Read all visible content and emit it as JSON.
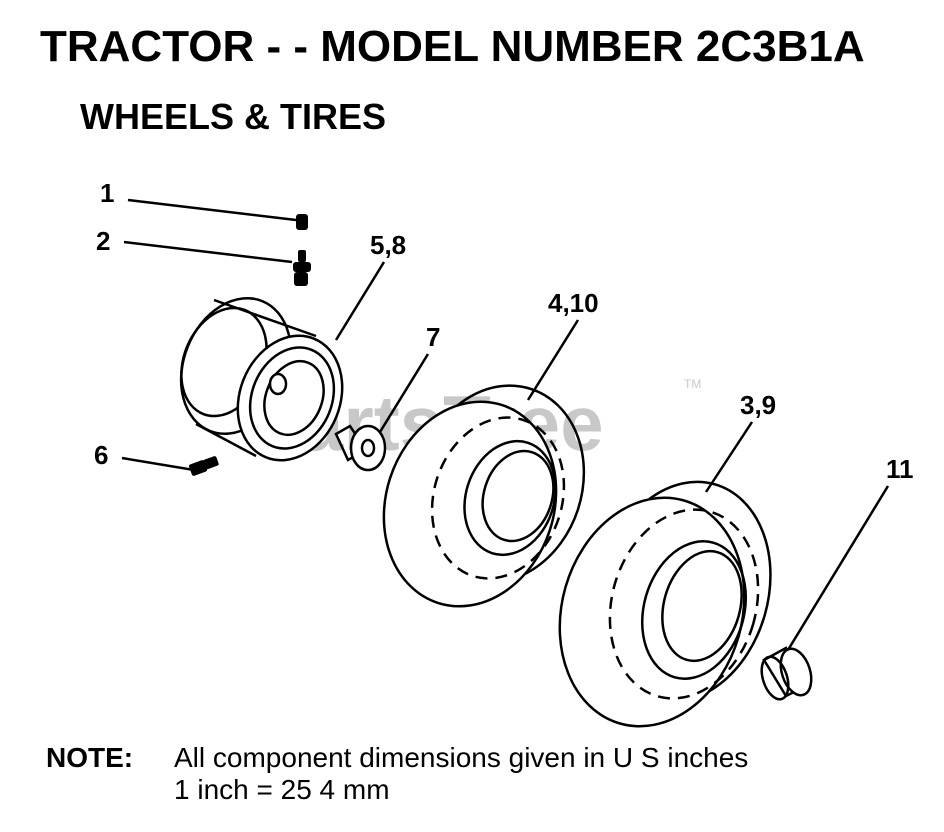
{
  "header": {
    "title": "TRACTOR - - MODEL NUMBER 2C3B1A",
    "subtitle": "WHEELS & TIRES"
  },
  "callouts": {
    "c1": "1",
    "c2": "2",
    "c58": "5,8",
    "c410": "4,10",
    "c7": "7",
    "c39": "3,9",
    "c6": "6",
    "c11": "11"
  },
  "watermark": {
    "text": "PartsTree",
    "tm": "TM"
  },
  "note": {
    "label": "NOTE:",
    "line1": "All component dimensions given in U S  inches",
    "line2": "1 inch = 25 4 mm"
  }
}
